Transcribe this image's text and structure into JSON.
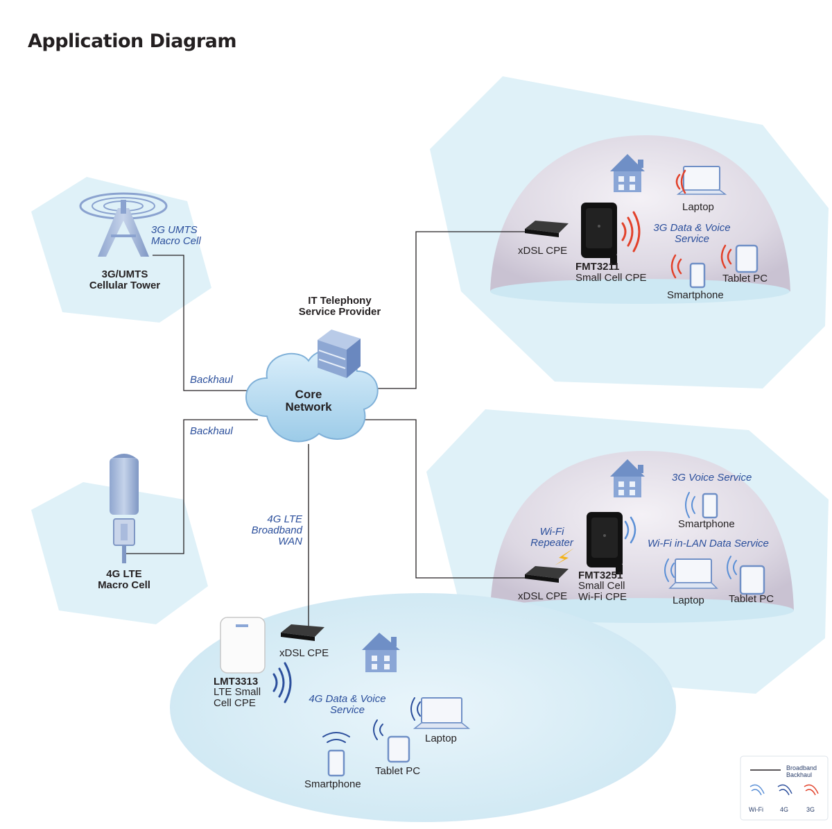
{
  "title": "Application Diagram",
  "nodes": {
    "tower_3g": {
      "name": "3G/UMTS\nCellular Tower",
      "caption": "3G UMTS\nMacro Cell"
    },
    "macro_4g": {
      "name": "4G LTE\nMacro Cell"
    },
    "provider": {
      "name": "IT Telephony\nService Provider"
    },
    "core": {
      "name": "Core\nNetwork"
    }
  },
  "links": {
    "backhaul_top": "Backhaul",
    "backhaul_bottom": "Backhaul",
    "lte_wan": "4G LTE\nBroadband\nWAN"
  },
  "dome_top": {
    "xdsl": "xDSL CPE",
    "model": "FMT3211",
    "model_desc": "Small Cell CPE",
    "service": "3G Data & Voice\nService",
    "laptop": "Laptop",
    "tablet": "Tablet PC",
    "smartphone": "Smartphone"
  },
  "dome_bottom": {
    "xdsl": "xDSL CPE",
    "model": "FMT3251",
    "model_desc": "Small Cell\nWi-Fi CPE",
    "repeater": "Wi-Fi\nRepeater",
    "voice_service": "3G Voice Service",
    "lan_service": "Wi-Fi in-LAN Data Service",
    "smartphone": "Smartphone",
    "laptop": "Laptop",
    "tablet": "Tablet PC"
  },
  "oval_bottom": {
    "xdsl": "xDSL CPE",
    "model": "LMT3313",
    "model_desc": "LTE Small\nCell CPE",
    "service": "4G Data & Voice\nService",
    "laptop": "Laptop",
    "tablet": "Tablet PC",
    "smartphone": "Smartphone"
  },
  "legend": {
    "line_label": "Broadband\nBackhaul",
    "wifi": "Wi-Fi",
    "g4": "4G",
    "g3": "3G"
  },
  "colors": {
    "wifi": "#5a8fd6",
    "g4": "#2c4f9c",
    "g3": "#e2412a",
    "label_blue": "#2a4e9b",
    "hex_bg": "#dff1f8"
  }
}
